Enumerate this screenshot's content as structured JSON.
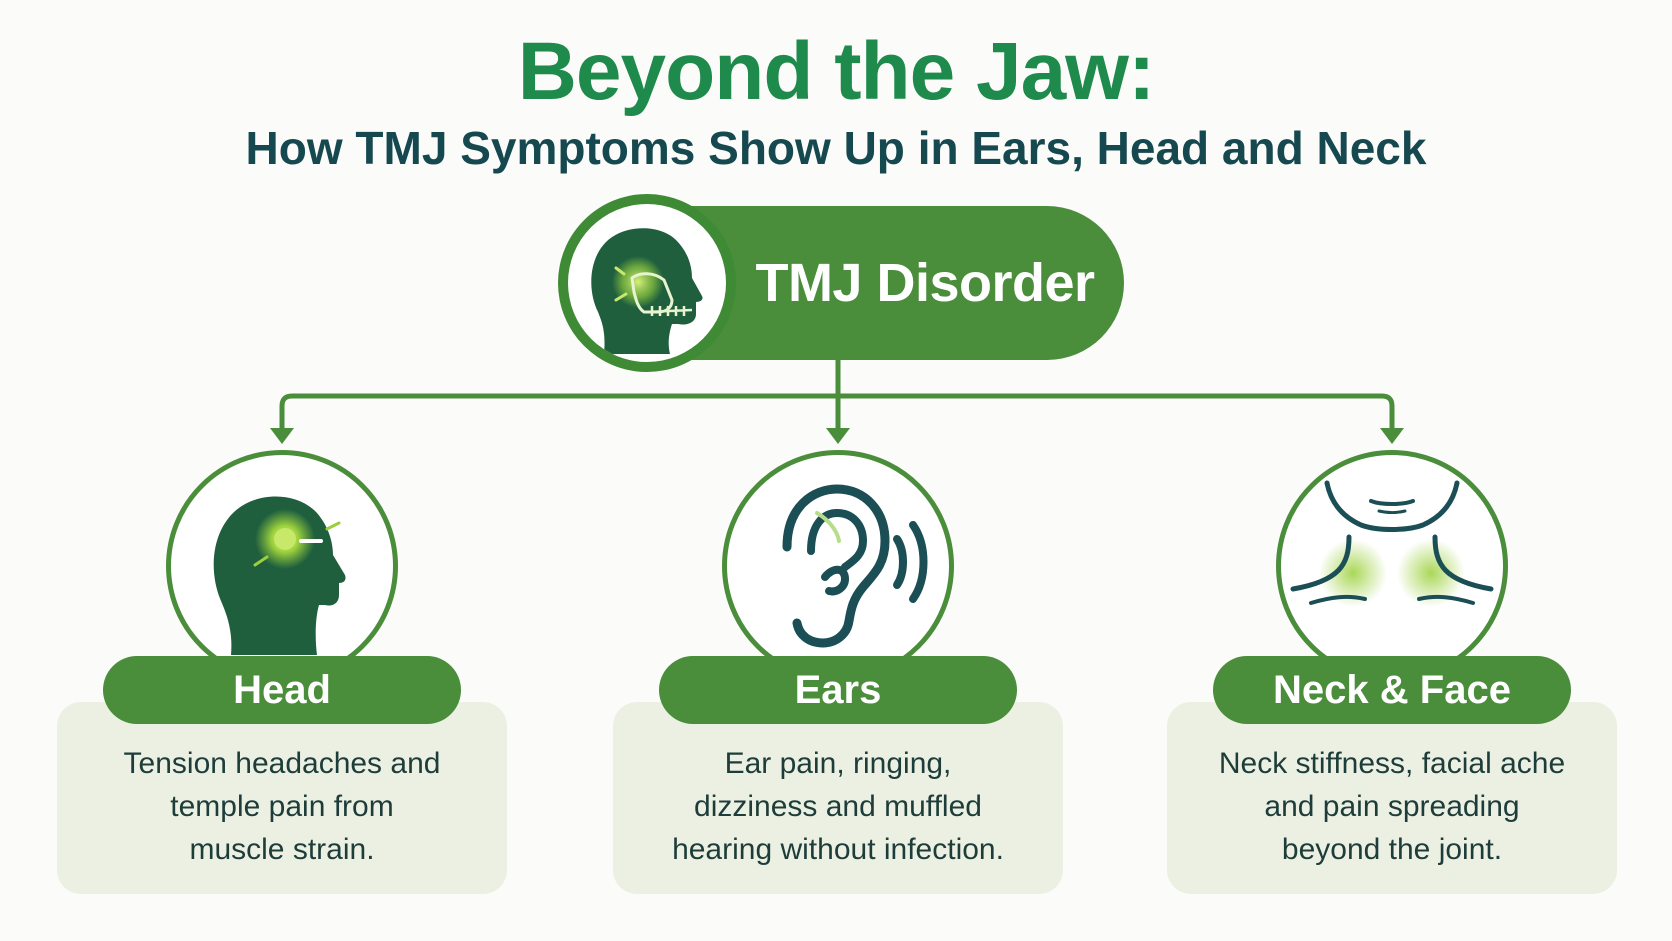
{
  "title": "Beyond the Jaw:",
  "subtitle": "How TMJ Symptoms Show Up in Ears, Head and Neck",
  "hub": {
    "label": "TMJ Disorder",
    "icon": "skull-jaw-icon"
  },
  "colors": {
    "title_green": "#1e8a4c",
    "subtitle_teal": "#15494f",
    "accent_green": "#4a8d3a",
    "card_background": "#ebf0e3",
    "icon_dark": "#1f5f3e",
    "pain_glow": "#8cc63f"
  },
  "cards": [
    {
      "label": "Head",
      "icon": "head-headache-icon",
      "lines": [
        "Tension headaches and",
        "temple pain from",
        "muscle strain."
      ]
    },
    {
      "label": "Ears",
      "icon": "ear-sound-icon",
      "lines": [
        "Ear pain, ringing,",
        "dizziness and muffled",
        "hearing without infection."
      ]
    },
    {
      "label": "Neck & Face",
      "icon": "neck-shoulders-icon",
      "lines": [
        "Neck stiffness, facial ache",
        "and pain spreading",
        "beyond the joint."
      ]
    }
  ]
}
